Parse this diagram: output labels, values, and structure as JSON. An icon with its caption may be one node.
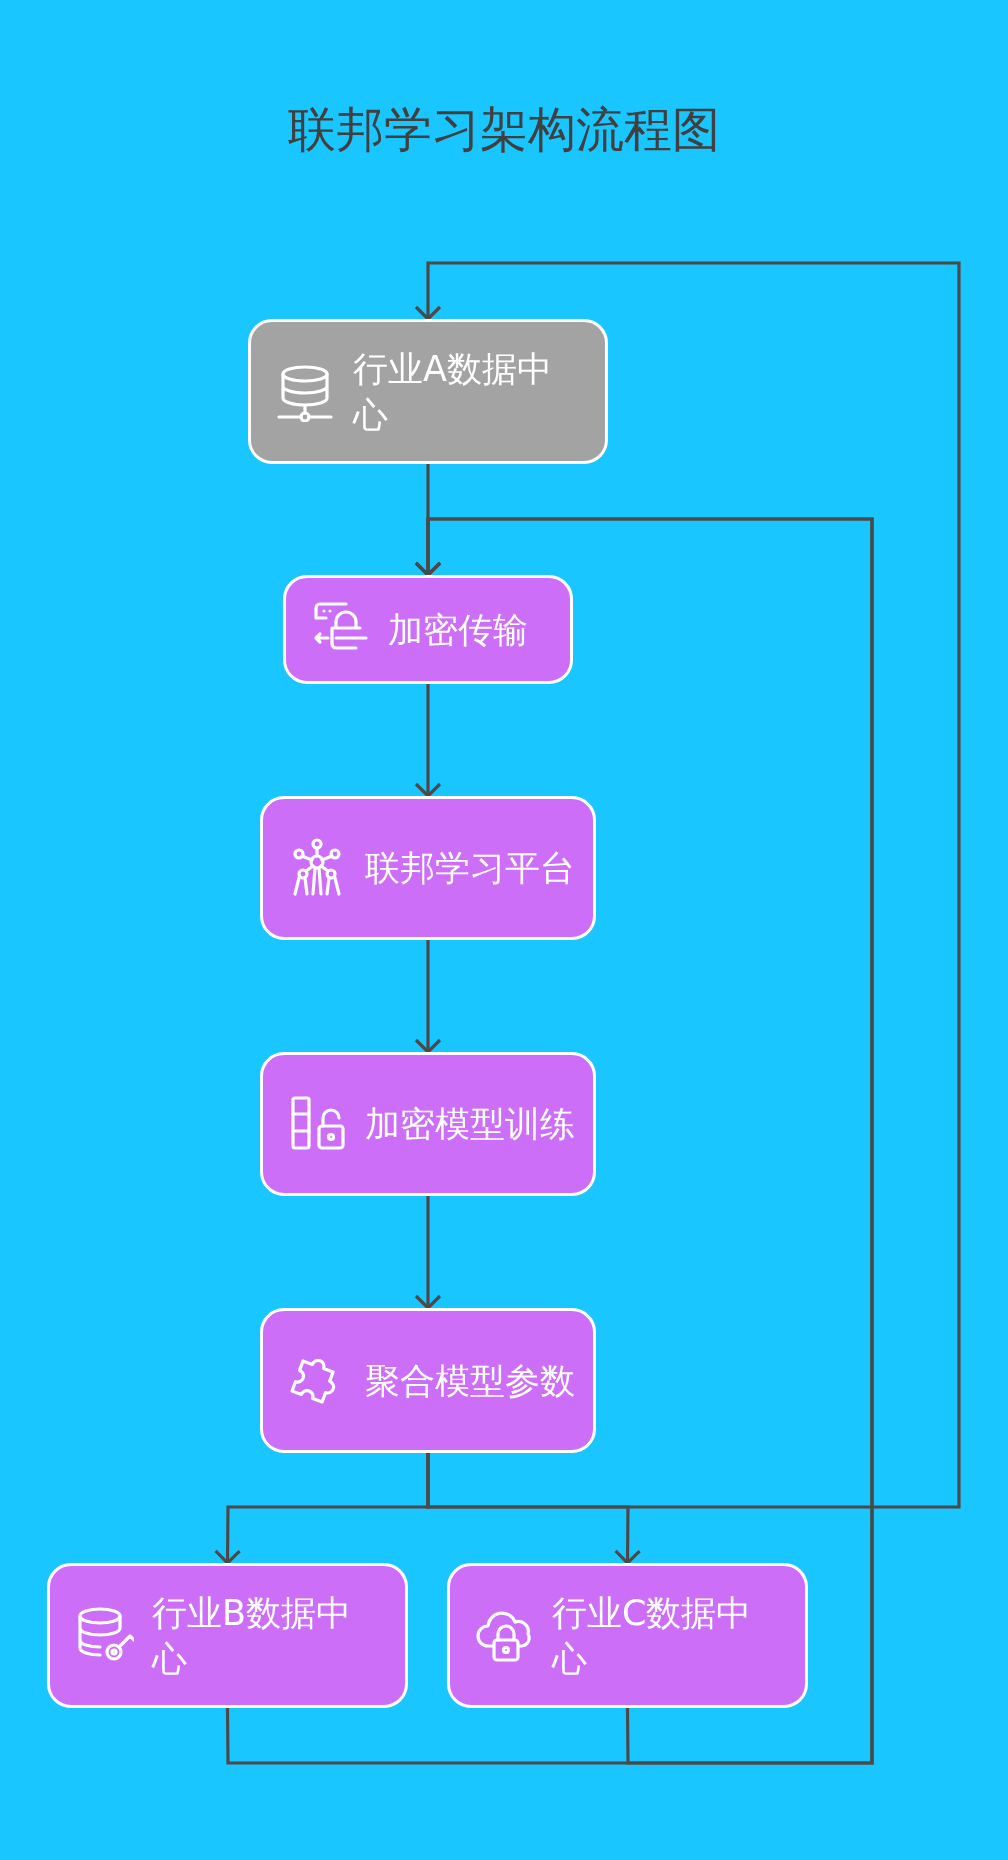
{
  "diagram": {
    "title": "联邦学习架构流程图",
    "nodes": [
      {
        "text": [
          "行业A数据中心"
        ]
      },
      {
        "text": [
          "加密传输"
        ]
      },
      {
        "text": [
          "联邦学习平台"
        ]
      },
      {
        "text": [
          "加密模型训练"
        ]
      },
      {
        "text": [
          "聚合模型参数"
        ]
      },
      {
        "text": [
          "行业B数据中心"
        ]
      },
      {
        "text": [
          "行业C数据中心"
        ]
      }
    ],
    "edges": [
      {
        "from": 0,
        "to": 1,
        "arrow": "to"
      },
      {
        "from": 1,
        "to": 2,
        "arrow": "to"
      },
      {
        "from": 2,
        "to": 3,
        "arrow": "to"
      },
      {
        "from": 3,
        "to": 4,
        "arrow": "to"
      },
      {
        "from": 4,
        "to": 5,
        "arrow": "to"
      },
      {
        "from": 4,
        "to": 6,
        "arrow": "to"
      },
      {
        "from": 4,
        "to": 0,
        "arrow": "to"
      },
      {
        "from": 5,
        "to": 1,
        "arrow": "to"
      },
      {
        "from": 6,
        "to": 1,
        "arrow": "to"
      }
    ]
  }
}
